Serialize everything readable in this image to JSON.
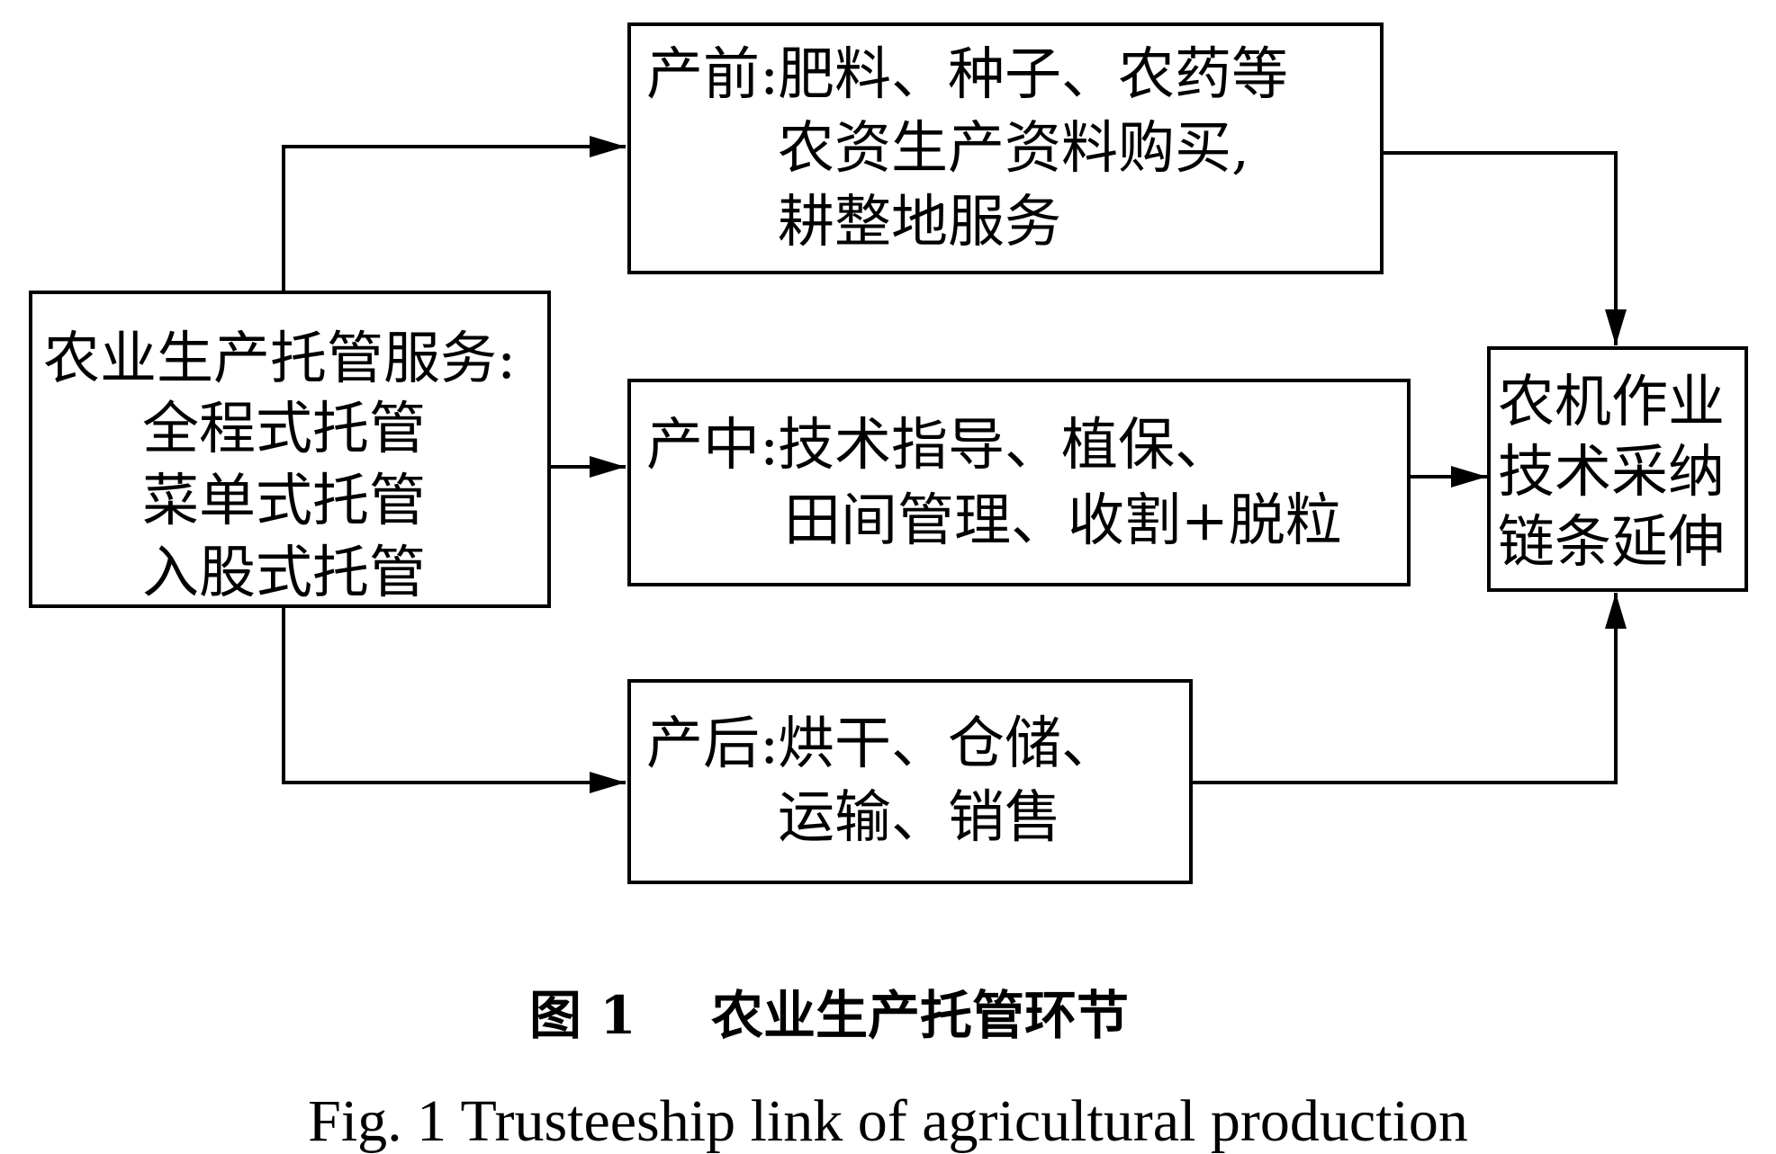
{
  "source_box": {
    "title": "农业生产托管服务:",
    "items": [
      "全程式托管",
      "菜单式托管",
      "入股式托管"
    ]
  },
  "stages": {
    "pre": {
      "label": "产前:",
      "lines": [
        "肥料、种子、农药等",
        "农资生产资料购买,",
        "耕整地服务"
      ]
    },
    "mid": {
      "label": "产中:",
      "lines": [
        "技术指导、植保、",
        "田间管理、收割+脱粒"
      ]
    },
    "post": {
      "label": "产后:",
      "lines": [
        "烘干、仓储、",
        "运输、销售"
      ]
    }
  },
  "result_box": {
    "lines": [
      "农机作业",
      "技术采纳",
      "链条延伸"
    ]
  },
  "caption": {
    "figure_label": "图 1",
    "title_cn": "农业生产托管环节",
    "title_en": "Fig. 1   Trusteeship link of agricultural production"
  }
}
